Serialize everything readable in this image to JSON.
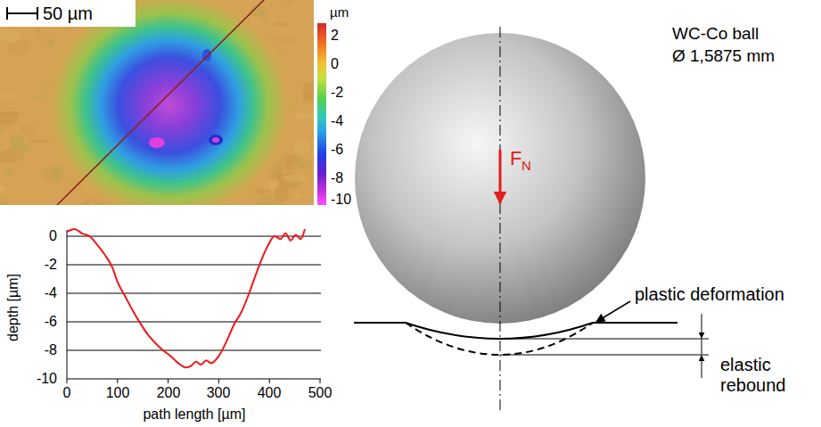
{
  "diagram": {
    "labels": [
      "50 µm",
      "µm",
      "2",
      "0",
      "-2",
      "-4",
      "-6",
      "-8",
      "-10",
      "0",
      "-2",
      "-4",
      "-6",
      "-8",
      "-10",
      "0",
      "100",
      "200",
      "300",
      "400",
      "500",
      "depth [µm]",
      "path length [µm]",
      "WC-Co ball",
      "Ø 1,5875 mm",
      "F",
      "N",
      "plastic deformation",
      "elastic rebound"
    ]
  }
}
